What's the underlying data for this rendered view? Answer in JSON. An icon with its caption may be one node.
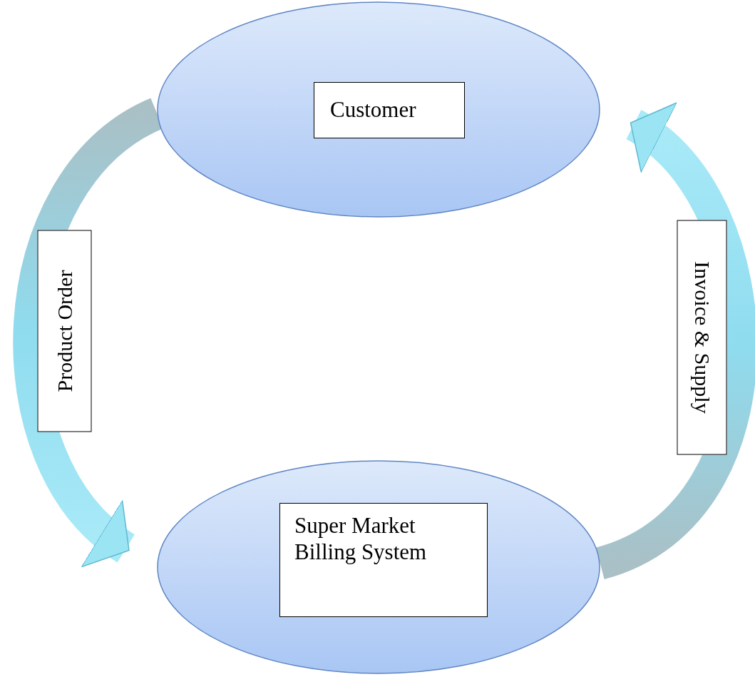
{
  "diagram": {
    "nodes": [
      {
        "text": [],
        "shape": "ellipse"
      },
      {
        "text": [
          "Customer"
        ],
        "in": 0
      },
      {
        "text": [],
        "shape": "ellipse"
      },
      {
        "text": [
          "Super Market Billing System"
        ],
        "in": 2
      }
    ],
    "edges": [
      {
        "from": 0,
        "to": 2,
        "arrow": "to",
        "label": "Product Order",
        "style": "thick"
      },
      {
        "from": 2,
        "to": 0,
        "arrow": "to",
        "label": "Invoice & Supply",
        "style": "thick"
      }
    ]
  }
}
